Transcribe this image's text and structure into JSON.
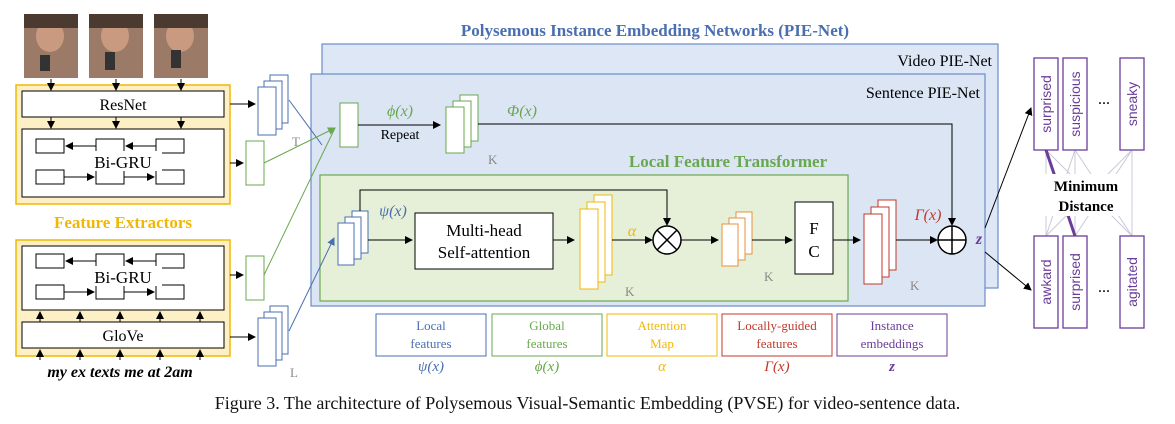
{
  "title": "Polysemous Instance Embedding Networks (PIE-Net)",
  "video_pienet_label": "Video PIE-Net",
  "sentence_pienet_label": "Sentence PIE-Net",
  "local_transformer_label": "Local Feature Transformer",
  "feature_extractors_label": "Feature Extractors",
  "resnet_label": "ResNet",
  "bigru_label": "Bi-GRU",
  "glove_label": "GloVe",
  "sentence_text": "my ex texts me at 2am",
  "repeat_label": "Repeat",
  "phi_label": "ϕ(x)",
  "Phi_label": "Φ(x)",
  "psi_label": "ψ(x)",
  "alpha_label": "α",
  "gamma_label": "Γ(x)",
  "z_label": "z",
  "multihead_line1": "Multi-head",
  "multihead_line2": "Self-attention",
  "fc_line1": "F",
  "fc_line2": "C",
  "T_label": "T",
  "L_label": "L",
  "K_label": "K",
  "min_distance_line1": "Minimum",
  "min_distance_line2": "Distance",
  "words_top": [
    "surprised",
    "suspicious",
    "sneaky"
  ],
  "words_bottom": [
    "awkard",
    "surprised",
    "agitated"
  ],
  "ellipsis": "...",
  "legend": [
    {
      "line1": "Local",
      "line2": "features",
      "symbol": "ψ(x)",
      "color": "#4a6fb0"
    },
    {
      "line1": "Global",
      "line2": "features",
      "symbol": "ϕ(x)",
      "color": "#6aa84f"
    },
    {
      "line1": "Attention",
      "line2": "Map",
      "symbol": "α",
      "color": "#f2b705"
    },
    {
      "line1": "Locally-guided",
      "line2": "features",
      "symbol": "Γ(x)",
      "color": "#c0392b"
    },
    {
      "line1": "Instance",
      "line2": "embeddings",
      "symbol": "z",
      "color": "#6a3d9a"
    }
  ],
  "caption": "Figure 3. The architecture of Polysemous Visual-Semantic Embedding (PVSE) for video-sentence data.",
  "colors": {
    "blue_panel": "#dde7f5",
    "blue_border": "#6b8cc7",
    "green_panel": "#e6f0d8",
    "green": "#6aa84f",
    "yellow_panel": "#fdf0c4",
    "yellow": "#f2b705",
    "orange": "#e69138",
    "red": "#c0392b",
    "purple": "#6a3d9a",
    "title_blue": "#4a6fb0"
  }
}
